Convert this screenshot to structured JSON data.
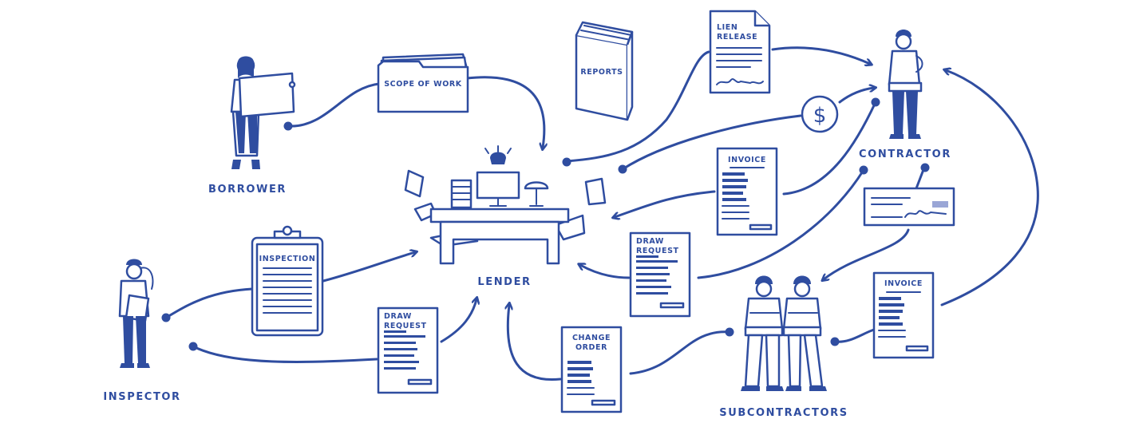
{
  "actors": {
    "borrower": "BORROWER",
    "lender": "LENDER",
    "inspector": "INSPECTOR",
    "contractor": "CONTRACTOR",
    "subcontractors": "SUBCONTRACTORS"
  },
  "documents": {
    "scope_of_work": "SCOPE OF WORK",
    "reports": "REPORTS",
    "lien_release_line1": "LIEN",
    "lien_release_line2": "RELEASE",
    "invoice_contractor": "INVOICE",
    "invoice_subcontractors": "INVOICE",
    "draw_request_contractor_line1": "DRAW",
    "draw_request_contractor_line2": "REQUEST",
    "draw_request_inspector_line1": "DRAW",
    "draw_request_inspector_line2": "REQUEST",
    "inspection": "INSPECTION",
    "change_order_line1": "CHANGE",
    "change_order_line2": "ORDER"
  },
  "payment": {
    "symbol": "$"
  },
  "colors": {
    "primary": "#2f4da0",
    "accent": "#9aa6d6",
    "background": "#ffffff"
  }
}
